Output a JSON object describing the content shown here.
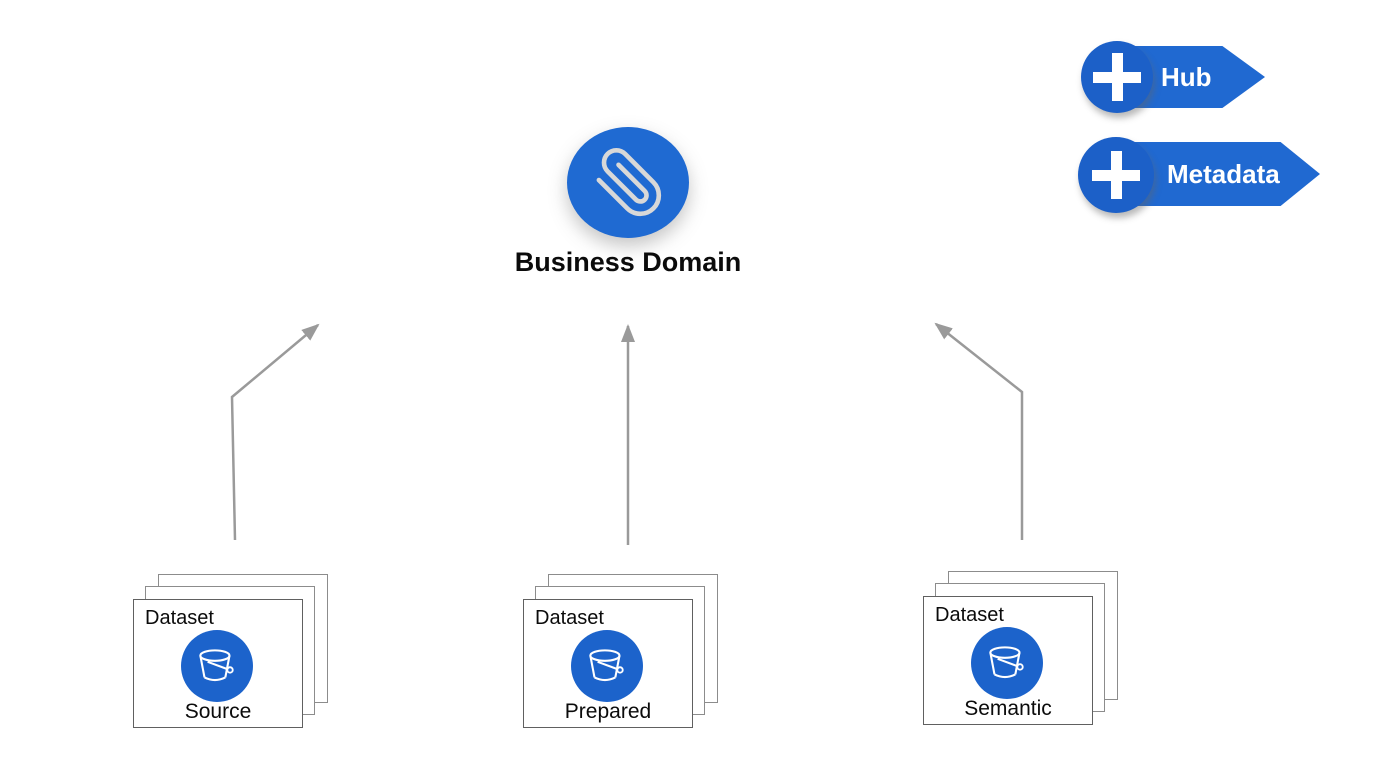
{
  "diagram": {
    "hub_node": {
      "label": "Business Domain",
      "icon": "paperclip-icon"
    },
    "action_buttons": [
      {
        "label": "Hub",
        "icon": "plus-icon"
      },
      {
        "label": "Metadata",
        "icon": "plus-icon"
      }
    ],
    "dataset_cards": [
      {
        "type_label": "Dataset",
        "name": "Source",
        "icon": "bucket-icon"
      },
      {
        "type_label": "Dataset",
        "name": "Prepared",
        "icon": "bucket-icon"
      },
      {
        "type_label": "Dataset",
        "name": "Semantic",
        "icon": "bucket-icon"
      }
    ],
    "connectors": [
      {
        "from": "dataset-source",
        "to": "business-domain-node"
      },
      {
        "from": "dataset-prepared",
        "to": "business-domain-node"
      },
      {
        "from": "dataset-semantic",
        "to": "business-domain-node"
      }
    ],
    "colors": {
      "node_blue": "#1F6AD2",
      "button_body_blue": "#2069D1",
      "button_circle_blue": "#1C60C8",
      "bucket_circle_blue": "#1C63CB",
      "connector_gray": "#9A9A9A",
      "card_border_gray": "#8C8C8C",
      "paperclip_gray": "#D8D8D8",
      "text_black": "#0B0B0B",
      "background": "#FFFFFF"
    }
  }
}
